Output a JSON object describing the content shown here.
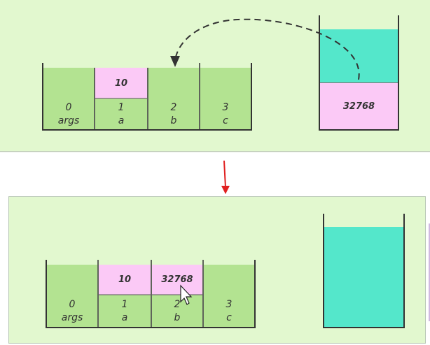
{
  "top": {
    "slots": [
      {
        "index": "0",
        "name": "args",
        "value": ""
      },
      {
        "index": "1",
        "name": "a",
        "value": "10"
      },
      {
        "index": "2",
        "name": "b",
        "value": ""
      },
      {
        "index": "3",
        "name": "c",
        "value": ""
      }
    ],
    "stack_value": "32768"
  },
  "bottom": {
    "slots": [
      {
        "index": "0",
        "name": "args",
        "value": ""
      },
      {
        "index": "1",
        "name": "a",
        "value": "10"
      },
      {
        "index": "2",
        "name": "b",
        "value": "32768"
      },
      {
        "index": "3",
        "name": "c",
        "value": ""
      }
    ],
    "stack_value": ""
  },
  "colors": {
    "panel": "#e2f8cf",
    "cell_green": "#b3e391",
    "value_pink": "#fbc9f6",
    "stack_teal": "#54e7cb",
    "arrow_red": "#e02020"
  }
}
